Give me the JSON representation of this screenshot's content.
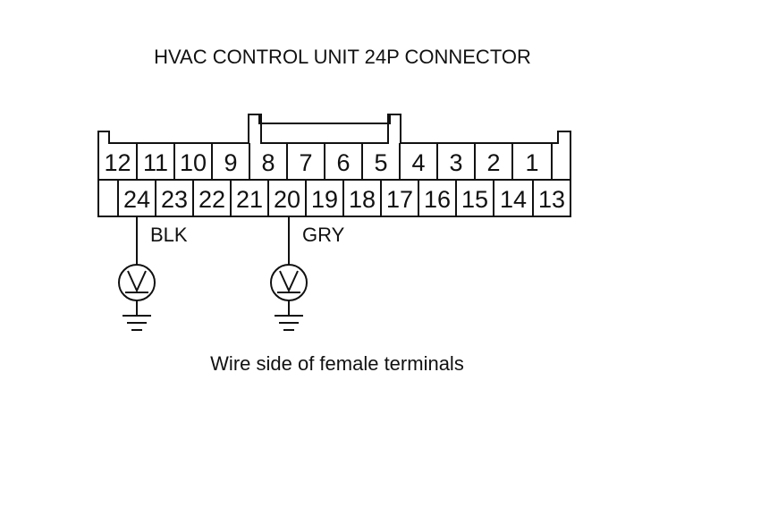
{
  "title": "HVAC CONTROL UNIT 24P CONNECTOR",
  "caption": "Wire side of female terminals",
  "top_row_pins": [
    "12",
    "11",
    "10",
    "9",
    "8",
    "7",
    "6",
    "5",
    "4",
    "3",
    "2",
    "1"
  ],
  "bottom_row_pins": [
    "24",
    "23",
    "22",
    "21",
    "20",
    "19",
    "18",
    "17",
    "16",
    "15",
    "14",
    "13"
  ],
  "probes": [
    {
      "pin": "24",
      "wire_color": "BLK",
      "meter": "voltmeter-icon",
      "ground": "ground-icon"
    },
    {
      "pin": "20",
      "wire_color": "GRY",
      "meter": "voltmeter-icon",
      "ground": "ground-icon"
    }
  ]
}
